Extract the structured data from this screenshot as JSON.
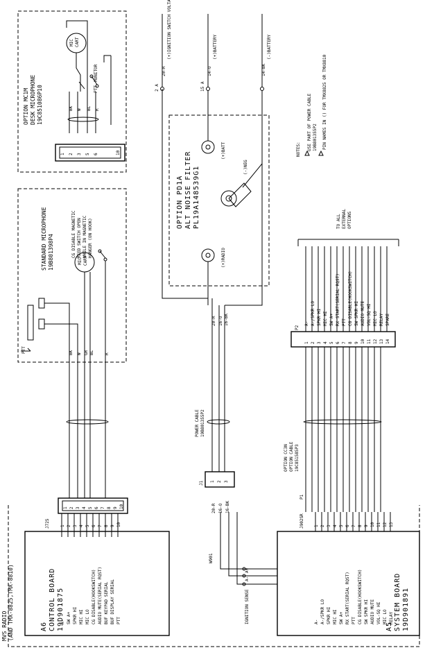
{
  "frame": {
    "title_lines": [
      "MVS RADIO",
      "(AND TMX-8825,TMX-8810)"
    ]
  },
  "control_board": {
    "title_lines": [
      "A6",
      "CONTROL BOARD",
      "19D901875"
    ],
    "connector": "J725",
    "pins": [
      {
        "n": "1",
        "label": "A-"
      },
      {
        "n": "2",
        "label": "SW A+"
      },
      {
        "n": "3",
        "label": "SPKR HI"
      },
      {
        "n": "4",
        "label": "MIC HI"
      },
      {
        "n": "5",
        "label": "MIC LO"
      },
      {
        "n": "6",
        "label": "CG DISABLE(HOOKSWITCH)"
      },
      {
        "n": "7",
        "label": "AUDIO MUTE(SERIAL RQST)"
      },
      {
        "n": "8",
        "label": "BUF KEYPAD SERIAL"
      },
      {
        "n": "9",
        "label": "BUF DISPLAY SERIAL"
      },
      {
        "n": "10",
        "label": "PTT"
      }
    ]
  },
  "system_board": {
    "title_lines": [
      "A5",
      "SYSTEM BOARD",
      "19D901891"
    ],
    "connector": "J902SR",
    "plug": "P1",
    "pins": [
      {
        "n": "1",
        "label": "A-"
      },
      {
        "n": "2",
        "label": "A-/SPKR LO"
      },
      {
        "n": "3",
        "label": "SPKR HI"
      },
      {
        "n": "4",
        "label": "MIC HI"
      },
      {
        "n": "5",
        "label": "SW A+"
      },
      {
        "n": "6",
        "label": "RX START(SERIAL RQST)"
      },
      {
        "n": "7",
        "label": "PTT"
      },
      {
        "n": "8",
        "label": "CG DISABLE(HOOKSWITCH)"
      },
      {
        "n": "9",
        "label": "SW SPKR HI"
      },
      {
        "n": "10",
        "label": "AUDIO MUTE"
      },
      {
        "n": "11",
        "label": "VOL-SQ HI"
      },
      {
        "n": "12",
        "label": "MIC LO"
      },
      {
        "n": "13",
        "label": "RELAY"
      }
    ],
    "w901": "W901",
    "power_pins": [
      "A-",
      "A+",
      "IGNITION SENSE"
    ]
  },
  "standard_mic": {
    "title_lines": [
      "STANDARD MICROPHONE",
      "19B801398P4"
    ],
    "note_lines": [
      "CG DISABLE MAGNETIC",
      "REED SWITCH OPEN",
      "WHILE IN MAGNETIC",
      "HANGER (ON HOOK)"
    ],
    "cart": [
      "MIC",
      "CART"
    ],
    "ptt": "PTT",
    "wires": [
      "BK",
      "W",
      "GR",
      "BL",
      "R"
    ]
  },
  "desk_mic": {
    "title_lines": [
      "OPTION MC1M",
      "DESK MICROPHONE",
      "19C851086P10"
    ],
    "cart": [
      "MIC",
      "CART"
    ],
    "monitor": "MONITOR",
    "ptt": "PTT",
    "wires": [
      "BK",
      "W",
      "BL",
      "R"
    ],
    "connector_pins": [
      "1",
      "2",
      "3",
      "5",
      "6",
      "10"
    ]
  },
  "noise_filter": {
    "title_lines": [
      "OPTION PD1A",
      "ALT NOISE FILTER",
      "PL19A148539G1"
    ],
    "terminals": [
      "(+)BATT",
      "(-)NEG",
      "(+)RADIO"
    ]
  },
  "power_cable": {
    "label_lines": [
      "POWER CABLE",
      "19B801355P2"
    ],
    "connector": "J1",
    "pins": [
      "1",
      "2",
      "3"
    ],
    "wires": [
      "20-R",
      "16-O",
      "16-BK"
    ],
    "terminals": [
      {
        "wire": "20-R",
        "fuse": "2 A",
        "label": "(+)IGNITION SWITCH VOLTAGE"
      },
      {
        "wire": "14-O",
        "fuse": "15 A",
        "label": "(+)BATTERY"
      },
      {
        "wire": "14-BK",
        "fuse": "",
        "label": "(-)BATTERY"
      }
    ]
  },
  "option_cable": {
    "label_lines": [
      "OPTION CC3N",
      "OPTION CABLE",
      "19C851585P3"
    ],
    "connector": "P2",
    "to_label": [
      "TO ALL",
      "EXTERNAL",
      "OPTIONS"
    ],
    "pins": [
      {
        "n": "1",
        "label": "A-"
      },
      {
        "n": "2",
        "label": "A-/SPKR LO"
      },
      {
        "n": "3",
        "label": "SPKR HI"
      },
      {
        "n": "4",
        "label": "MIC HI"
      },
      {
        "n": "5",
        "label": "SW A+"
      },
      {
        "n": "6",
        "label": "RX START(SERIAL RQST)"
      },
      {
        "n": "7",
        "label": "PTT"
      },
      {
        "n": "8",
        "label": "CG DISABLE(HOOKSWITCH)"
      },
      {
        "n": "9",
        "label": "SW SPKR HI"
      },
      {
        "n": "10",
        "label": "AUDIO MUTE"
      },
      {
        "n": "11",
        "label": "VOL-SQ HI"
      },
      {
        "n": "12",
        "label": "MIC LO"
      },
      {
        "n": "13",
        "label": "RELAY"
      },
      {
        "n": "14",
        "label": "SPARE"
      }
    ]
  },
  "notes": {
    "title": "NOTES:",
    "items": [
      {
        "mark": "1",
        "lines": [
          "USE PART OF POWER CABLE",
          "19B801355P2"
        ]
      },
      {
        "mark": "2",
        "lines": [
          "PIN NAMES IN () FOR TMX8825 OR TMX8810"
        ]
      }
    ]
  }
}
